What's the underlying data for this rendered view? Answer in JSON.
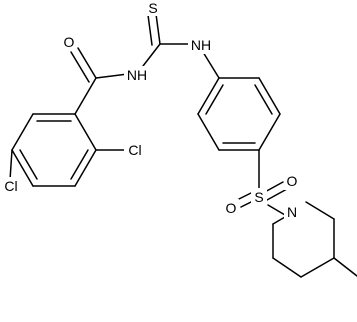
{
  "molecule": {
    "atoms": {
      "oxygen_carbonyl": "O",
      "sulfur_thio": "S",
      "nh_amide": "NH",
      "nh_amine": "NH",
      "chlorine_ortho": "Cl",
      "chlorine_para": "Cl",
      "sulfur_sulfonyl": "S",
      "oxygen_sulfonyl_1": "O",
      "oxygen_sulfonyl_2": "O",
      "nitrogen_piperidine": "N"
    }
  },
  "colors": {
    "bond": "#000000",
    "label": "#000000",
    "background": "#ffffff"
  }
}
